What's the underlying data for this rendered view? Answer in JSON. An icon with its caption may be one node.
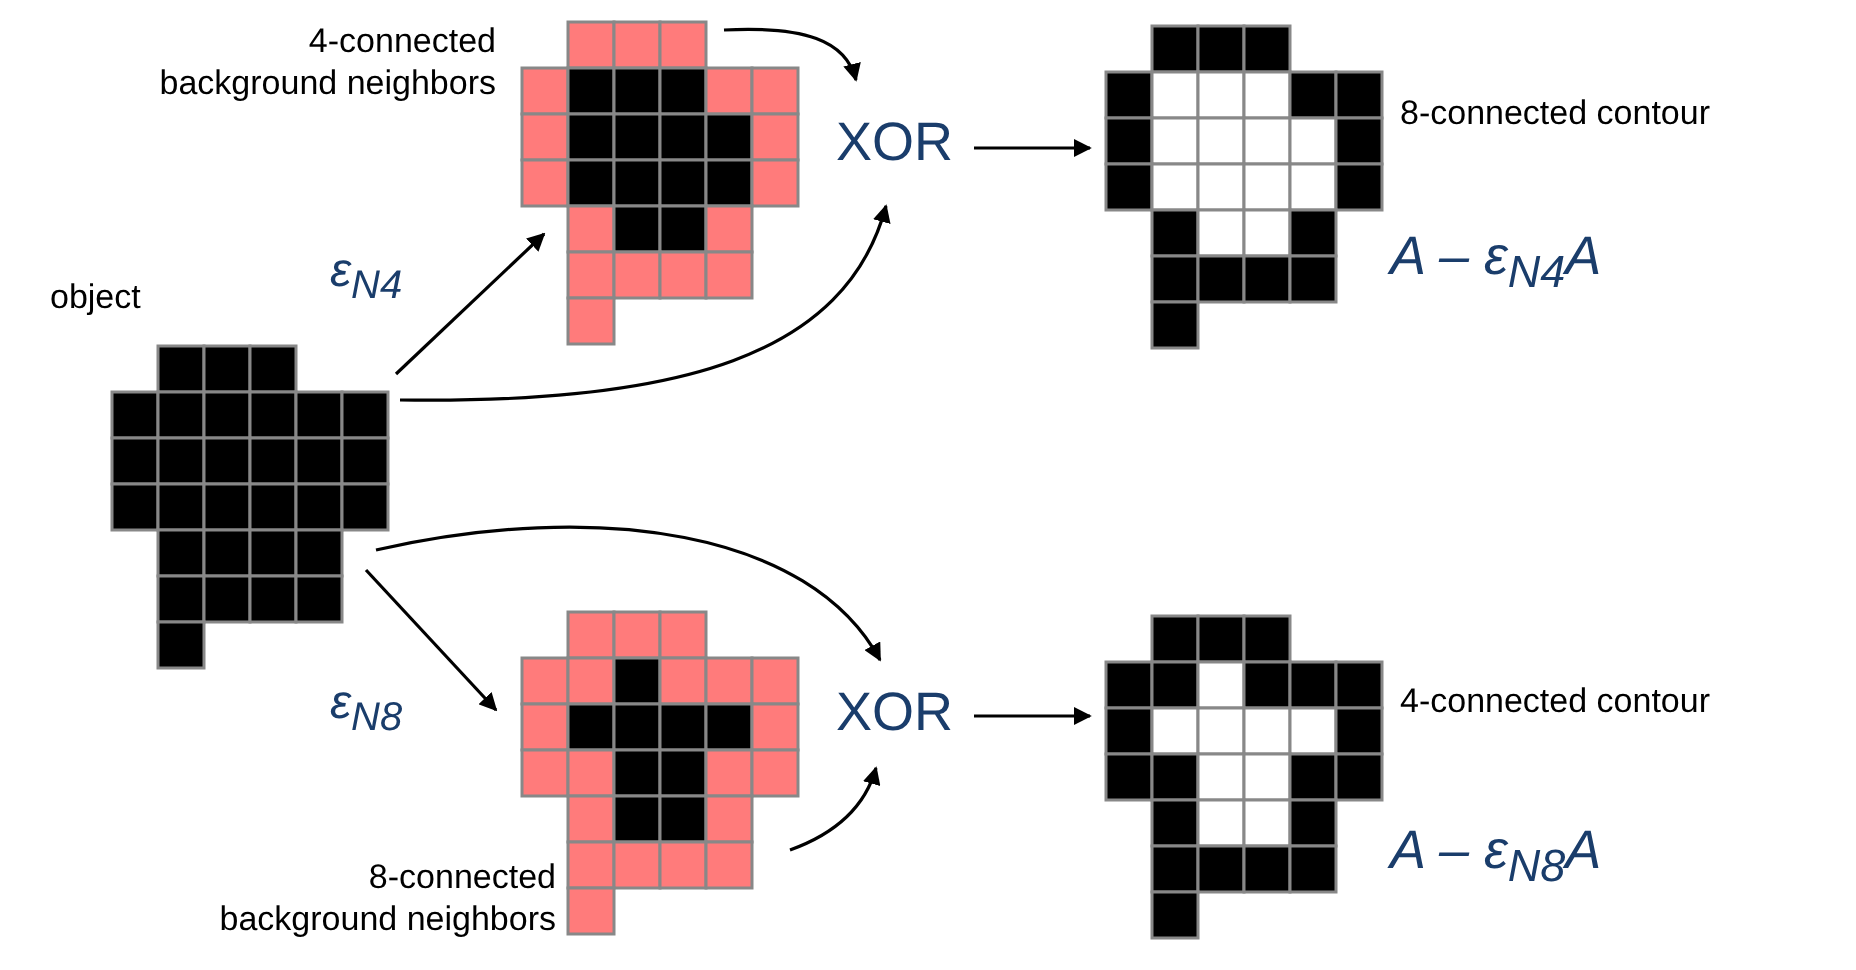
{
  "diagram": {
    "nodes": [
      {
        "text": [],
        "shape": "picture",
        "beside": [
          "object"
        ]
      },
      {
        "text": [],
        "shape": "picture",
        "beside": [
          "4-connected background neighbors"
        ]
      },
      {
        "text": [
          "XOR"
        ]
      },
      {
        "text": [],
        "shape": "picture",
        "beside": [
          "8-connected contour",
          "A – ε$_{N4}$A"
        ]
      },
      {
        "text": [],
        "shape": "picture",
        "beside": [
          "8-connected background neighbors"
        ]
      },
      {
        "text": [
          "XOR"
        ]
      },
      {
        "text": [],
        "shape": "picture",
        "beside": [
          "4-connected contour",
          "A – ε$_{N8}$A"
        ]
      }
    ],
    "edges": [
      {
        "from": 0,
        "to": 1,
        "arrow": "to",
        "label": "ε$_{N4}$"
      },
      {
        "from": 1,
        "to": 2,
        "arrow": "to"
      },
      {
        "from": 0,
        "to": 2,
        "arrow": "to"
      },
      {
        "from": 2,
        "to": 3,
        "arrow": "to"
      },
      {
        "from": 0,
        "to": 5,
        "arrow": "to"
      },
      {
        "from": 0,
        "to": 4,
        "arrow": "to",
        "label": "ε$_{N8}$"
      },
      {
        "from": 4,
        "to": 5,
        "arrow": "to"
      },
      {
        "from": 5,
        "to": 6,
        "arrow": "to"
      }
    ]
  }
}
